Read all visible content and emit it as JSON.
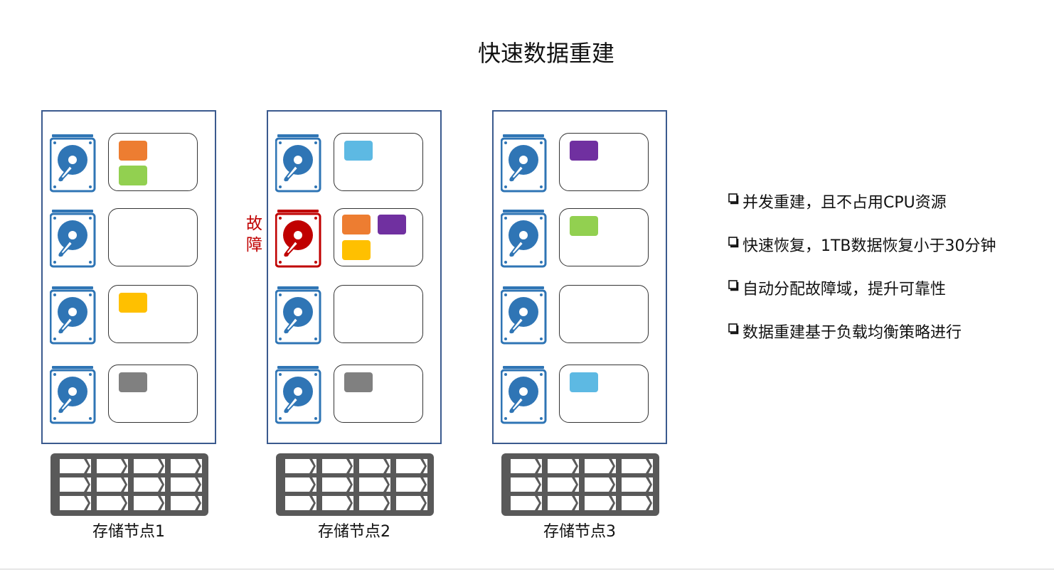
{
  "title": "快速数据重建",
  "fault_label": "故障",
  "colors": {
    "border": "#3b5a8e",
    "disk_blue": "#2f75b5",
    "disk_red": "#c00000",
    "rack": "#595959",
    "orange": "#ed7d31",
    "green": "#92d050",
    "yellow": "#ffc000",
    "gray": "#808080",
    "light_blue": "#5db9e3",
    "purple": "#7030a0"
  },
  "nodes": [
    {
      "label": "存储节点1",
      "disks": [
        {
          "status": "normal",
          "chips": [
            "orange",
            "green"
          ]
        },
        {
          "status": "normal",
          "chips": []
        },
        {
          "status": "normal",
          "chips": [
            "yellow"
          ]
        },
        {
          "status": "normal",
          "chips": [
            "gray"
          ]
        }
      ]
    },
    {
      "label": "存储节点2",
      "disks": [
        {
          "status": "normal",
          "chips": [
            "light_blue"
          ]
        },
        {
          "status": "failed",
          "chips": [
            "orange",
            "purple",
            "yellow"
          ]
        },
        {
          "status": "normal",
          "chips": []
        },
        {
          "status": "normal",
          "chips": [
            "gray"
          ]
        }
      ]
    },
    {
      "label": "存储节点3",
      "disks": [
        {
          "status": "normal",
          "chips": [
            "purple"
          ]
        },
        {
          "status": "normal",
          "chips": [
            "green"
          ]
        },
        {
          "status": "normal",
          "chips": []
        },
        {
          "status": "normal",
          "chips": [
            "light_blue"
          ]
        }
      ]
    }
  ],
  "features": [
    "并发重建，且不占用CPU资源",
    "快速恢复，1TB数据恢复小于30分钟",
    "自动分配故障域，提升可靠性",
    "数据重建基于负载均衡策略进行"
  ],
  "icons": {
    "disk": "hard-disk-icon",
    "rack": "server-rack-icon",
    "bullet": "checkbox-square-icon"
  }
}
